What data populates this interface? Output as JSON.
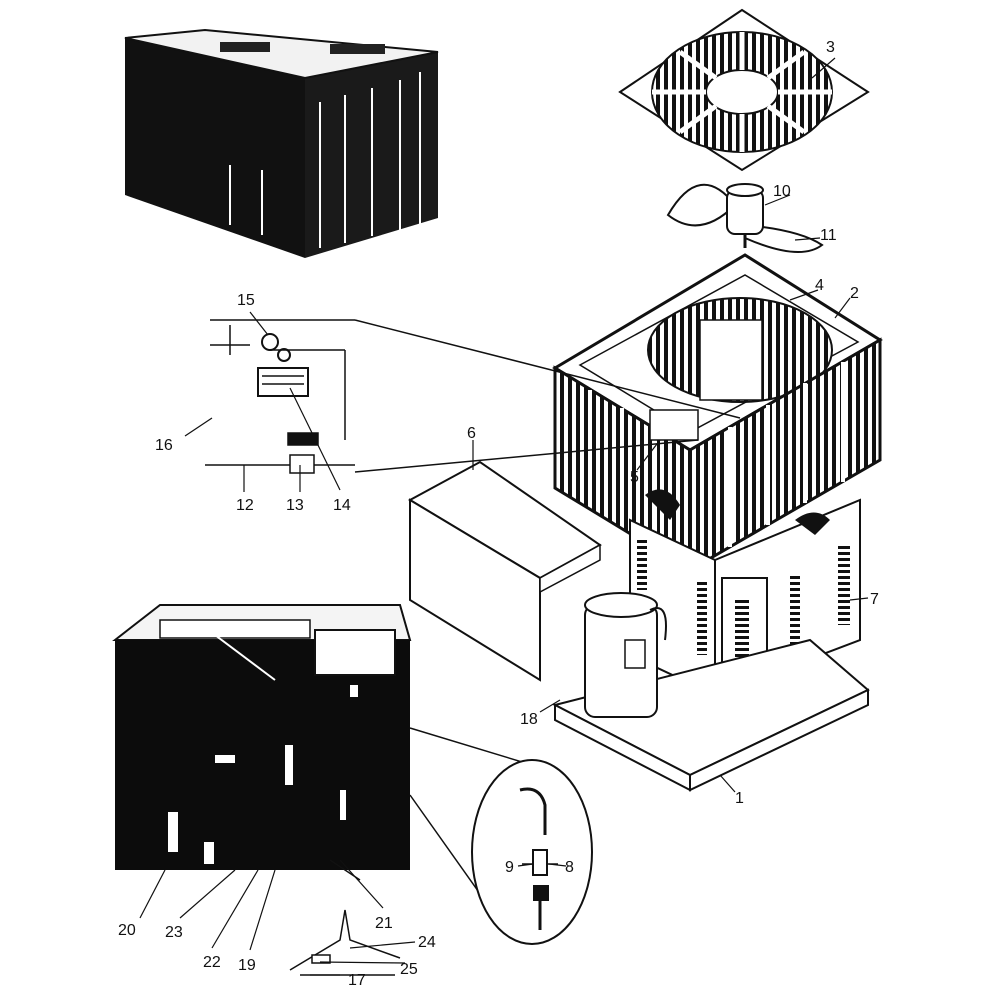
{
  "diagram": {
    "type": "exploded-parts-diagram",
    "callouts": [
      {
        "id": "1",
        "text": "1"
      },
      {
        "id": "2",
        "text": "2"
      },
      {
        "id": "3",
        "text": "3"
      },
      {
        "id": "4",
        "text": "4"
      },
      {
        "id": "5",
        "text": "5"
      },
      {
        "id": "6",
        "text": "6"
      },
      {
        "id": "7",
        "text": "7"
      },
      {
        "id": "8",
        "text": "8"
      },
      {
        "id": "9",
        "text": "9"
      },
      {
        "id": "10",
        "text": "10"
      },
      {
        "id": "11",
        "text": "11"
      },
      {
        "id": "12",
        "text": "12"
      },
      {
        "id": "13",
        "text": "13"
      },
      {
        "id": "14",
        "text": "14"
      },
      {
        "id": "15",
        "text": "15"
      },
      {
        "id": "16",
        "text": "16"
      },
      {
        "id": "17",
        "text": "17"
      },
      {
        "id": "18",
        "text": "18"
      },
      {
        "id": "19",
        "text": "19"
      },
      {
        "id": "20",
        "text": "20"
      },
      {
        "id": "21",
        "text": "21"
      },
      {
        "id": "22",
        "text": "22"
      },
      {
        "id": "23",
        "text": "23"
      },
      {
        "id": "24",
        "text": "24"
      },
      {
        "id": "25",
        "text": "25"
      }
    ],
    "colors": {
      "ink": "#111111",
      "paper": "#ffffff",
      "shade": "#0c0c0c"
    }
  }
}
